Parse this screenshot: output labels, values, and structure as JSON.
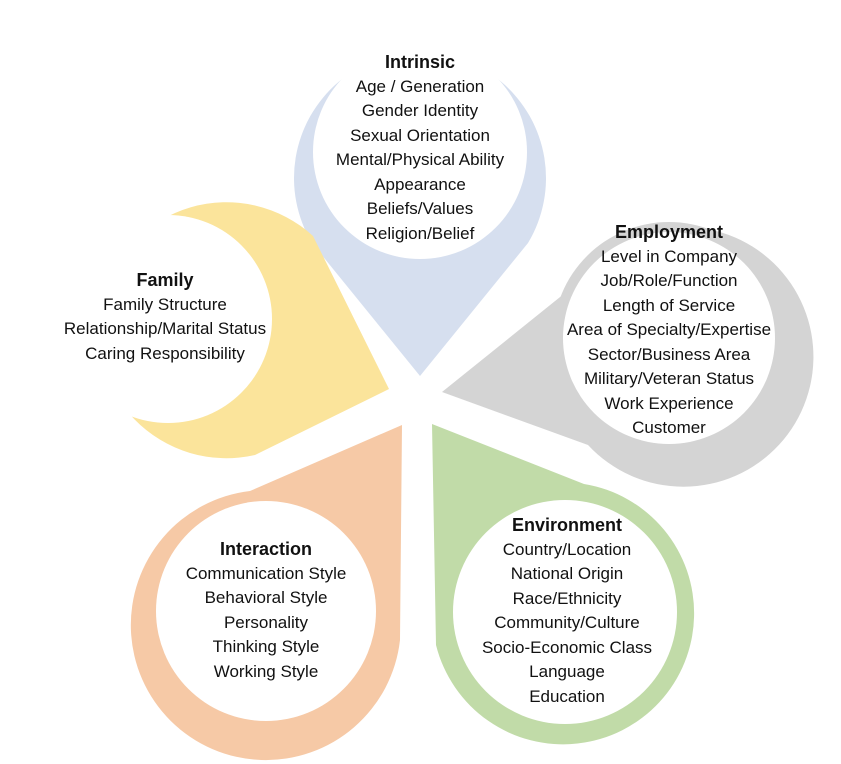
{
  "colors": {
    "intrinsic": "#d6dfef",
    "employment": "#d4d4d4",
    "family": "#fbe49b",
    "interaction": "#f6c9a6",
    "environment": "#c1dba8",
    "inner": "#ffffff"
  },
  "petals": [
    {
      "key": "intrinsic",
      "title": "Intrinsic",
      "items": [
        "Age / Generation",
        "Gender Identity",
        "Sexual Orientation",
        "Mental/Physical Ability",
        "Appearance",
        "Beliefs/Values",
        "Religion/Belief"
      ]
    },
    {
      "key": "employment",
      "title": "Employment",
      "items": [
        "Level in Company",
        "Job/Role/Function",
        "Length of Service",
        "Area of Specialty/Expertise",
        "Sector/Business Area",
        "Military/Veteran Status",
        "Work Experience",
        "Customer"
      ]
    },
    {
      "key": "family",
      "title": "Family",
      "items": [
        "Family Structure",
        "Relationship/Marital Status",
        "Caring Responsibility"
      ]
    },
    {
      "key": "interaction",
      "title": "Interaction",
      "items": [
        "Communication Style",
        "Behavioral Style",
        "Personality",
        "Thinking Style",
        "Working Style"
      ]
    },
    {
      "key": "environment",
      "title": "Environment",
      "items": [
        "Country/Location",
        "National Origin",
        "Race/Ethnicity",
        "Community/Culture",
        "Socio-Economic Class",
        "Language",
        "Education"
      ]
    }
  ]
}
